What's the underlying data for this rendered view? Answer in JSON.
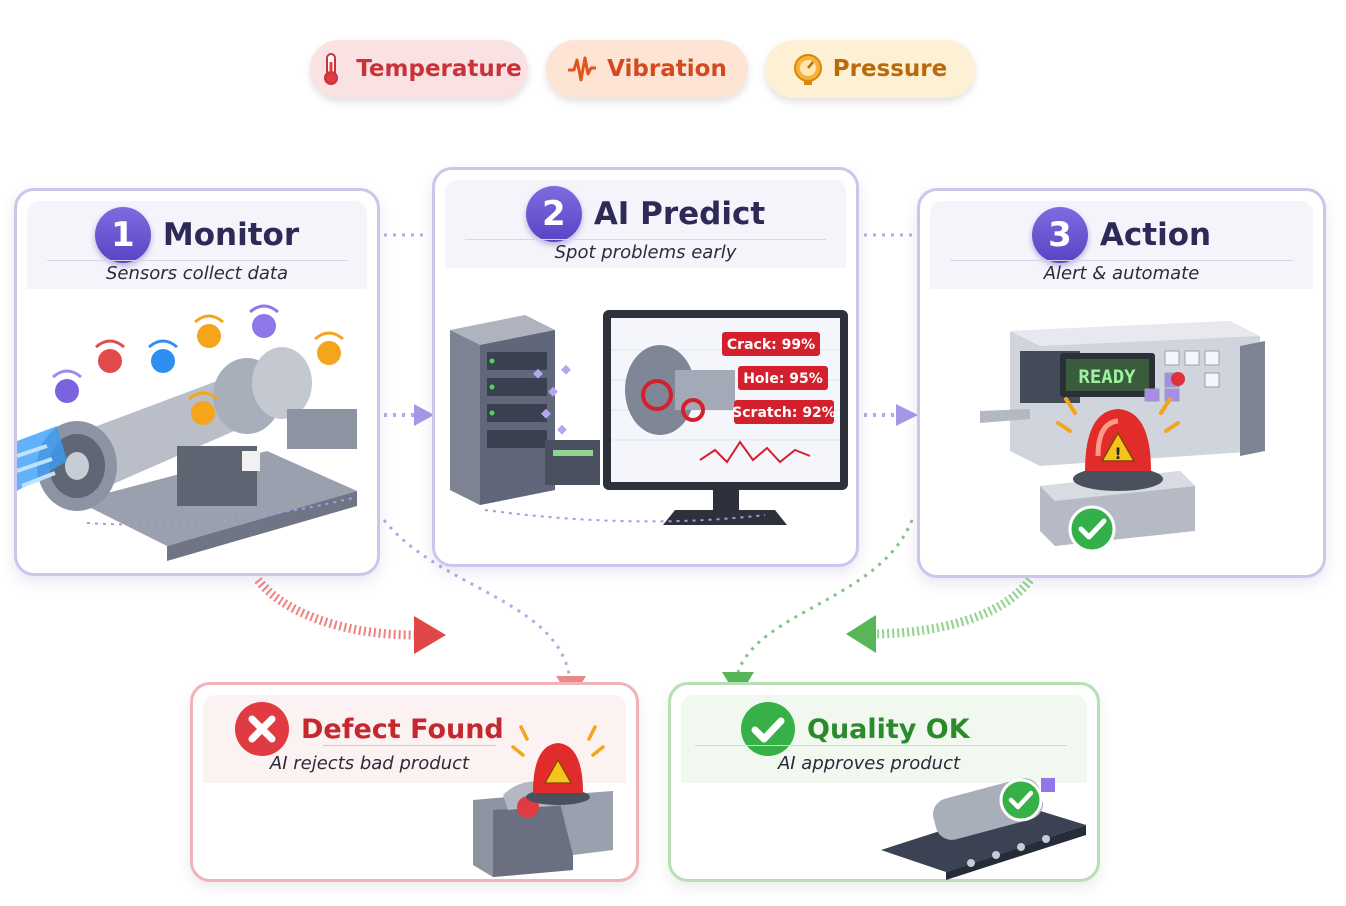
{
  "sensor_types": [
    {
      "label": "Temperature",
      "icon": "thermometer-icon",
      "color": "#c8323a"
    },
    {
      "label": "Vibration",
      "icon": "vibration-wave-icon",
      "color": "#d24a1d"
    },
    {
      "label": "Pressure",
      "icon": "pressure-gauge-icon",
      "color": "#b96a0a"
    }
  ],
  "stages": [
    {
      "number": "1",
      "title": "Monitor",
      "subtitle": "Sensors collect data",
      "icon": "industrial-motor-with-sensors-icon"
    },
    {
      "number": "2",
      "title": "AI Predict",
      "subtitle": "Spot problems early",
      "icon": "server-and-monitor-icon",
      "detections": [
        {
          "label": "Crack: 99%"
        },
        {
          "label": "Hole: 95%"
        },
        {
          "label": "Scratch: 92%"
        }
      ]
    },
    {
      "number": "3",
      "title": "Action",
      "subtitle": "Alert & automate",
      "icon": "control-panel-with-alarm-icon",
      "panel_display": "READY"
    }
  ],
  "outcomes": [
    {
      "title": "Defect Found",
      "subtitle": "AI rejects bad product",
      "icon": "red-x-icon",
      "color": "#c5282f"
    },
    {
      "title": "Quality OK",
      "subtitle": "AI approves product",
      "icon": "green-check-icon",
      "color": "#2c8a2c"
    }
  ],
  "colors": {
    "accent": "#6a55d4",
    "card_border": "#cdc6ec",
    "defect": "#e04848",
    "ok": "#3fb04a"
  }
}
